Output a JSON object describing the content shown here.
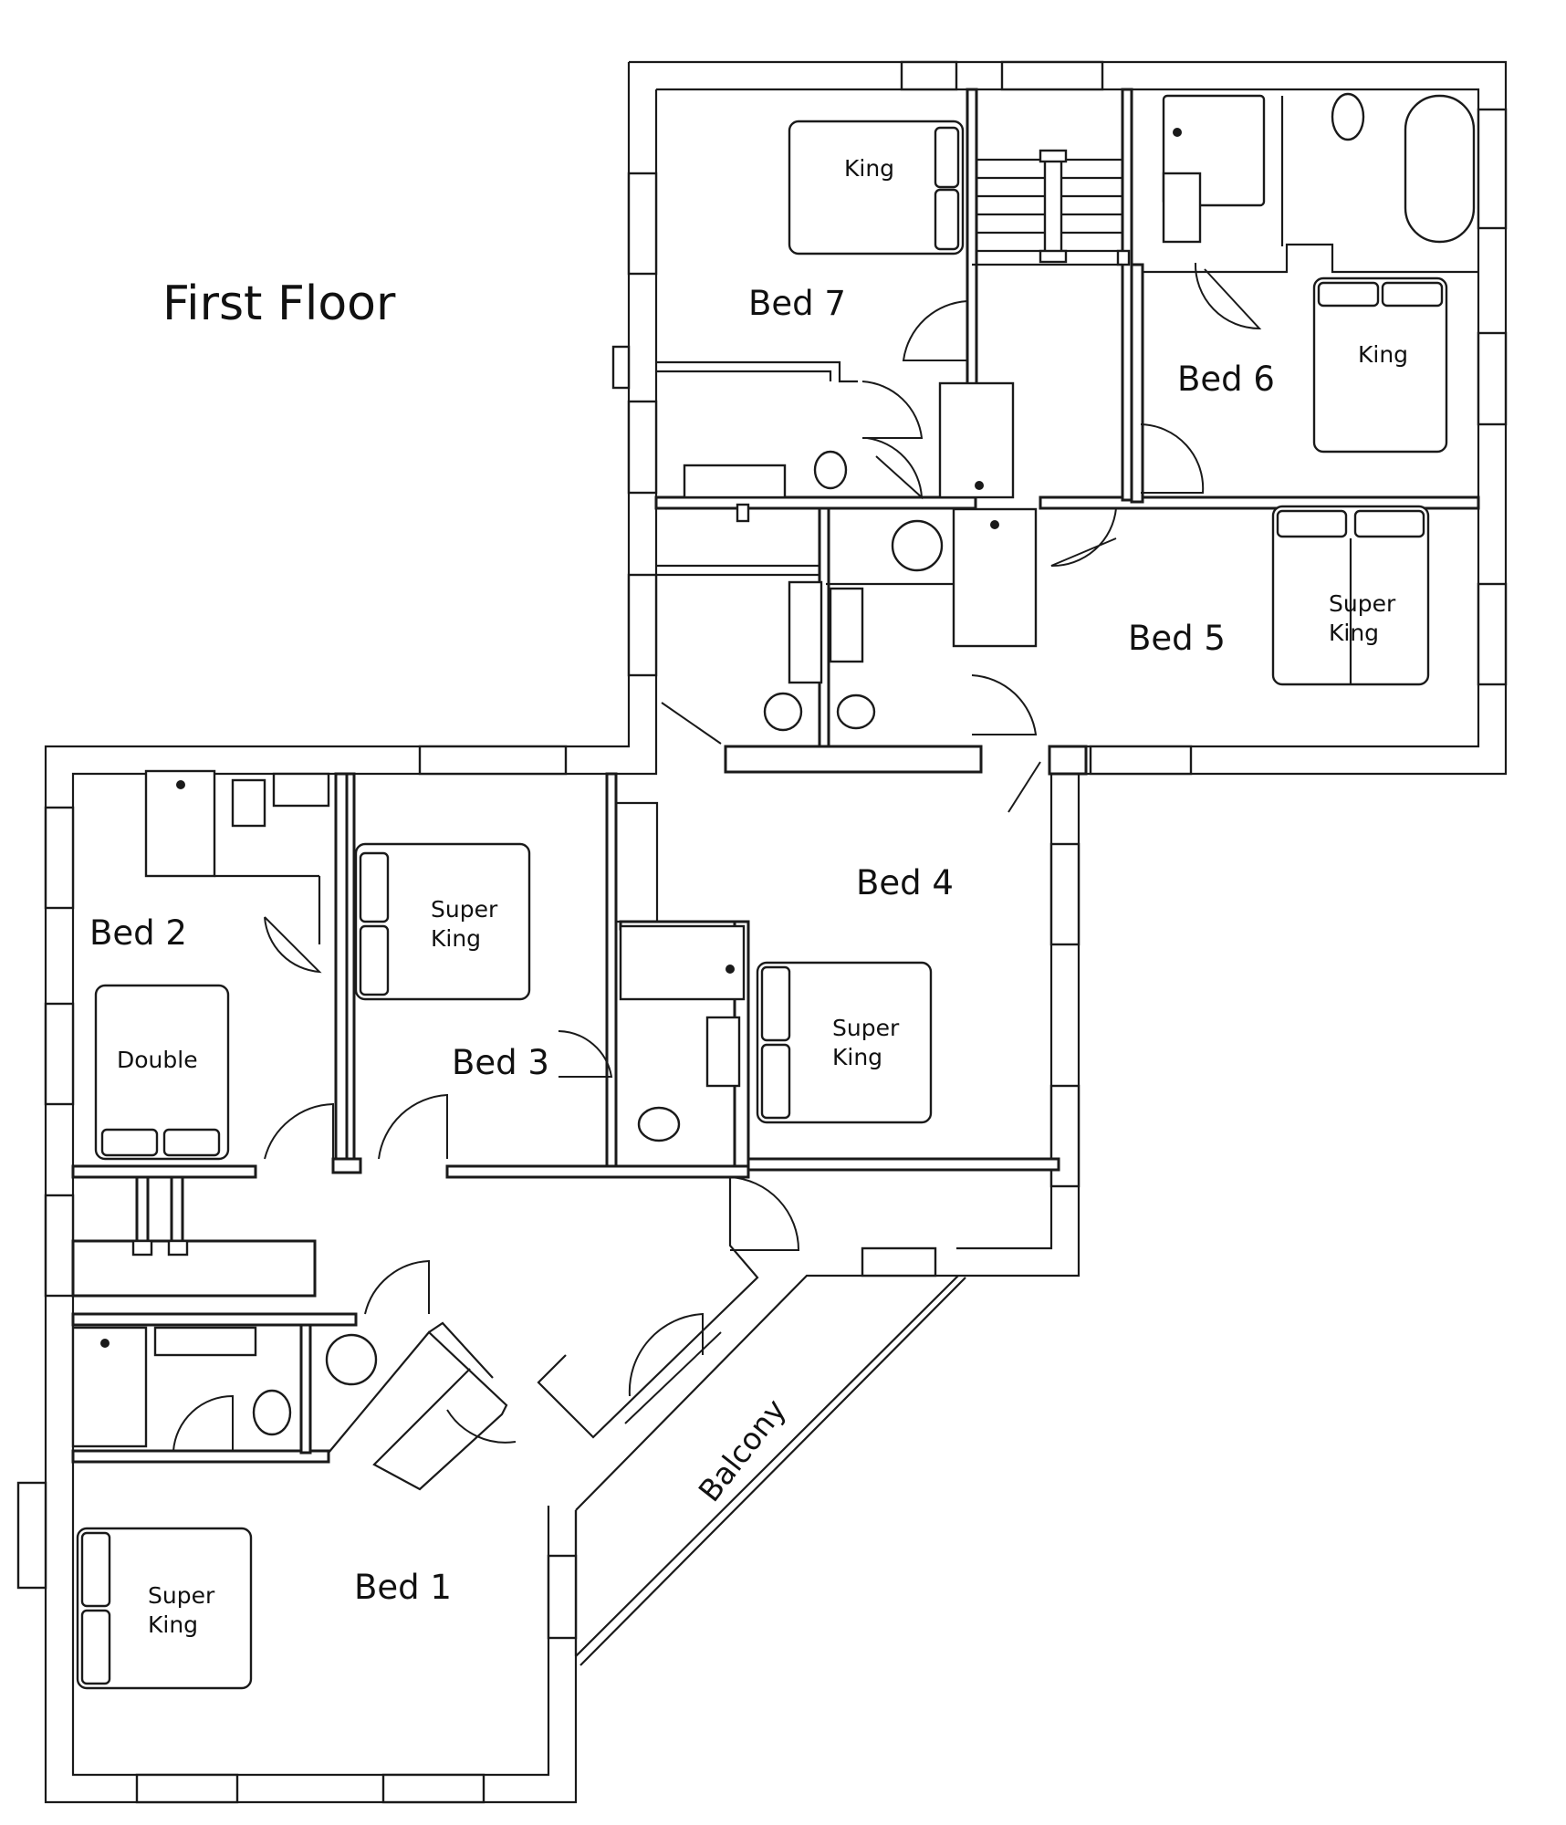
{
  "title": "First Floor",
  "rooms": {
    "bed1": "Bed 1",
    "bed2": "Bed 2",
    "bed3": "Bed 3",
    "bed4": "Bed 4",
    "bed5": "Bed 5",
    "bed6": "Bed 6",
    "bed7": "Bed 7",
    "balcony": "Balcony"
  },
  "beds": {
    "bed7": "King",
    "bed6": "King",
    "bed5_line1": "Super",
    "bed5_line2": "King",
    "bed4_line1": "Super",
    "bed4_line2": "King",
    "bed3_line1": "Super",
    "bed3_line2": "King",
    "bed2": "Double",
    "bed1_line1": "Super",
    "bed1_line2": "King"
  }
}
